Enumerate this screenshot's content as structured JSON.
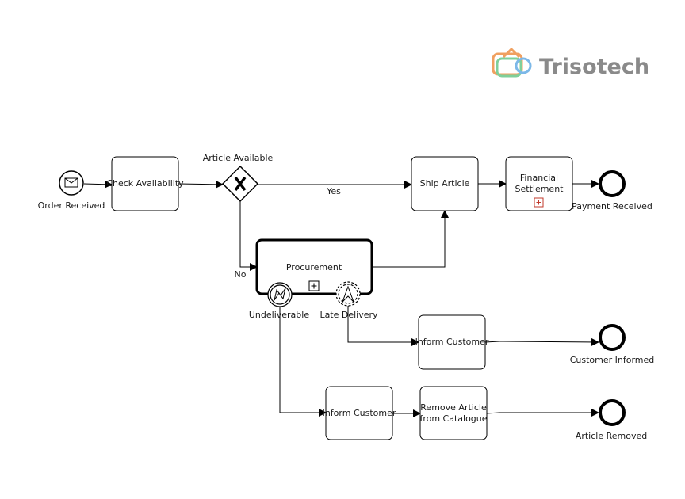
{
  "brand": {
    "name": "Trisotech"
  },
  "events": {
    "order_received": "Order Received",
    "payment_received": "Payment Received",
    "customer_informed": "Customer Informed",
    "article_removed": "Article Removed",
    "undeliverable": "Undeliverable",
    "late_delivery": "Late Delivery"
  },
  "gateway": {
    "label": "Article Available",
    "yes": "Yes",
    "no": "No"
  },
  "tasks": {
    "check_availability": "Check Availability",
    "ship_article": "Ship Article",
    "financial_settlement_line1": "Financial",
    "financial_settlement_line2": "Settlement",
    "procurement": "Procurement",
    "inform_customer_1": "Inform Customer",
    "inform_customer_2": "Inform Customer",
    "remove_article_line1": "Remove Article",
    "remove_article_line2": "from Catalogue"
  },
  "colors": {
    "line": "#000000",
    "collapsed_marker": "#c0392b",
    "logo_orange": "#f0a060",
    "logo_green": "#7fcf9a",
    "logo_blue": "#7cb8e8"
  }
}
